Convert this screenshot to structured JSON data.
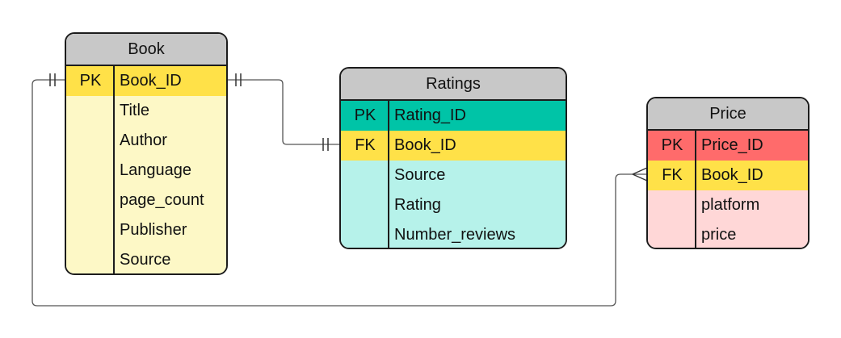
{
  "colors": {
    "header": "#c8c8c8",
    "book_pk": "#ffe148",
    "book_body": "#fdf8c6",
    "ratings_pk": "#00c4a7",
    "ratings_fk": "#ffe148",
    "ratings_body": "#b6f2ea",
    "price_pk": "#ff6b6b",
    "price_fk": "#ffe148",
    "price_body": "#ffd7d7"
  },
  "entities": {
    "book": {
      "title": "Book",
      "rows": [
        {
          "key": "PK",
          "field": "Book_ID"
        },
        {
          "key": "",
          "field": "Title"
        },
        {
          "key": "",
          "field": "Author"
        },
        {
          "key": "",
          "field": "Language"
        },
        {
          "key": "",
          "field": "page_count"
        },
        {
          "key": "",
          "field": "Publisher"
        },
        {
          "key": "",
          "field": "Source"
        }
      ]
    },
    "ratings": {
      "title": "Ratings",
      "rows": [
        {
          "key": "PK",
          "field": "Rating_ID"
        },
        {
          "key": "FK",
          "field": "Book_ID"
        },
        {
          "key": "",
          "field": "Source"
        },
        {
          "key": "",
          "field": "Rating"
        },
        {
          "key": "",
          "field": "Number_reviews"
        }
      ]
    },
    "price": {
      "title": "Price",
      "rows": [
        {
          "key": "PK",
          "field": "Price_ID"
        },
        {
          "key": "FK",
          "field": "Book_ID"
        },
        {
          "key": "",
          "field": "platform"
        },
        {
          "key": "",
          "field": "price"
        }
      ]
    }
  },
  "relationships": [
    {
      "from": "Book.Book_ID",
      "to": "Ratings.Book_ID",
      "from_end": "one-and-only-one",
      "to_end": "one-and-only-one"
    },
    {
      "from": "Book.Book_ID",
      "to": "Price.Book_ID",
      "from_end": "one-and-only-one",
      "to_end": "many"
    }
  ]
}
